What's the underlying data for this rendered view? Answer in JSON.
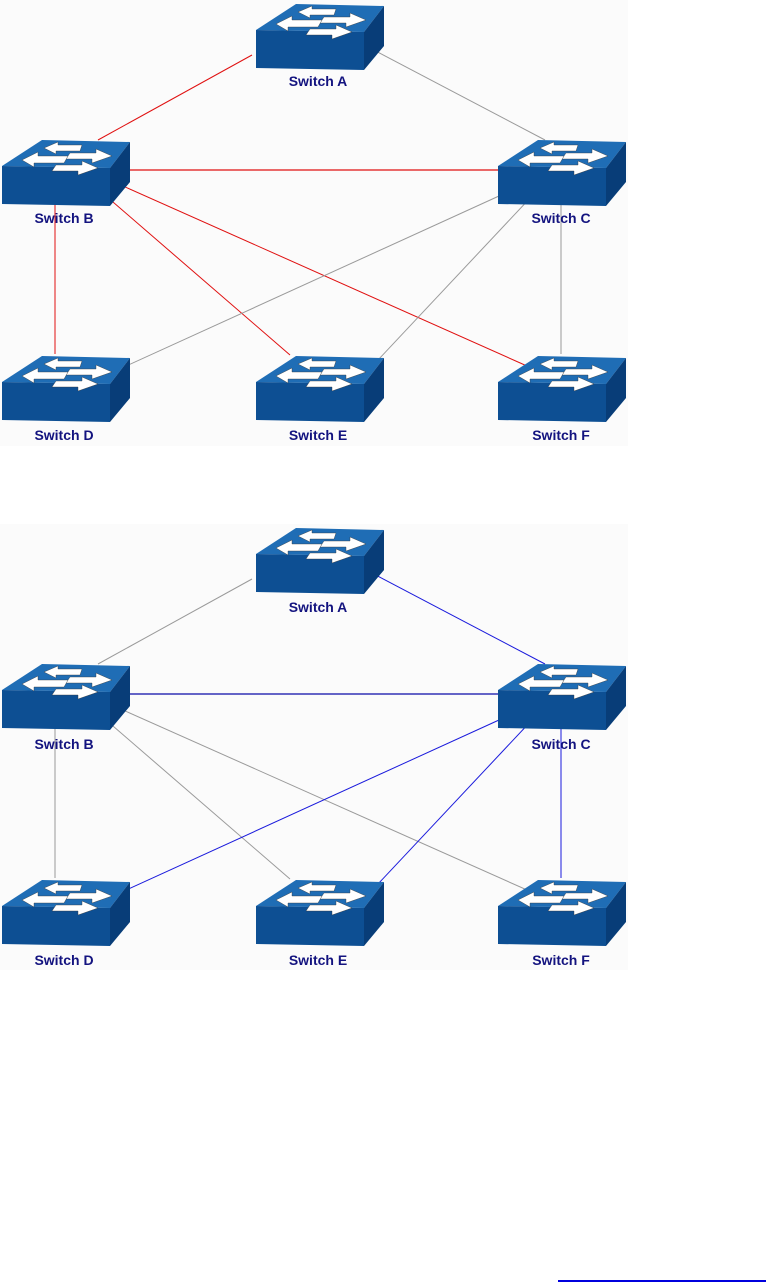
{
  "diagrams": [
    {
      "id": "diagram-1",
      "background": "#fbfbfb",
      "switches": [
        {
          "id": "A",
          "label": "Switch A"
        },
        {
          "id": "B",
          "label": "Switch B"
        },
        {
          "id": "C",
          "label": "Switch C"
        },
        {
          "id": "D",
          "label": "Switch D"
        },
        {
          "id": "E",
          "label": "Switch E"
        },
        {
          "id": "F",
          "label": "Switch F"
        }
      ],
      "links": [
        {
          "from": "A",
          "to": "B",
          "state": "active",
          "color": "#e01010"
        },
        {
          "from": "A",
          "to": "C",
          "state": "inactive",
          "color": "#9a9a9a"
        },
        {
          "from": "B",
          "to": "C",
          "state": "active",
          "color": "#e01010"
        },
        {
          "from": "B",
          "to": "D",
          "state": "active",
          "color": "#e01010"
        },
        {
          "from": "B",
          "to": "E",
          "state": "active",
          "color": "#e01010"
        },
        {
          "from": "B",
          "to": "F",
          "state": "active",
          "color": "#e01010"
        },
        {
          "from": "C",
          "to": "D",
          "state": "inactive",
          "color": "#9a9a9a"
        },
        {
          "from": "C",
          "to": "E",
          "state": "inactive",
          "color": "#9a9a9a"
        },
        {
          "from": "C",
          "to": "F",
          "state": "inactive",
          "color": "#9a9a9a"
        }
      ]
    },
    {
      "id": "diagram-2",
      "background": "#fbfbfb",
      "switches": [
        {
          "id": "A",
          "label": "Switch A"
        },
        {
          "id": "B",
          "label": "Switch B"
        },
        {
          "id": "C",
          "label": "Switch C"
        },
        {
          "id": "D",
          "label": "Switch D"
        },
        {
          "id": "E",
          "label": "Switch E"
        },
        {
          "id": "F",
          "label": "Switch F"
        }
      ],
      "links": [
        {
          "from": "A",
          "to": "B",
          "state": "inactive",
          "color": "#9a9a9a"
        },
        {
          "from": "A",
          "to": "C",
          "state": "active",
          "color": "#1a1adc"
        },
        {
          "from": "B",
          "to": "C",
          "state": "active",
          "color": "#0a0aa8"
        },
        {
          "from": "B",
          "to": "D",
          "state": "inactive",
          "color": "#9a9a9a"
        },
        {
          "from": "B",
          "to": "E",
          "state": "inactive",
          "color": "#9a9a9a"
        },
        {
          "from": "B",
          "to": "F",
          "state": "inactive",
          "color": "#9a9a9a"
        },
        {
          "from": "C",
          "to": "D",
          "state": "active",
          "color": "#1a1adc"
        },
        {
          "from": "C",
          "to": "E",
          "state": "active",
          "color": "#1a1adc"
        },
        {
          "from": "C",
          "to": "F",
          "state": "active",
          "color": "#1a1adc"
        }
      ]
    }
  ],
  "colors": {
    "switch_top": "#1f6db5",
    "switch_front": "#0d4f93",
    "switch_side": "#083d78",
    "switch_arrows": "#ffffff",
    "label": "#13137f",
    "footer_rule": "#0000dd"
  }
}
